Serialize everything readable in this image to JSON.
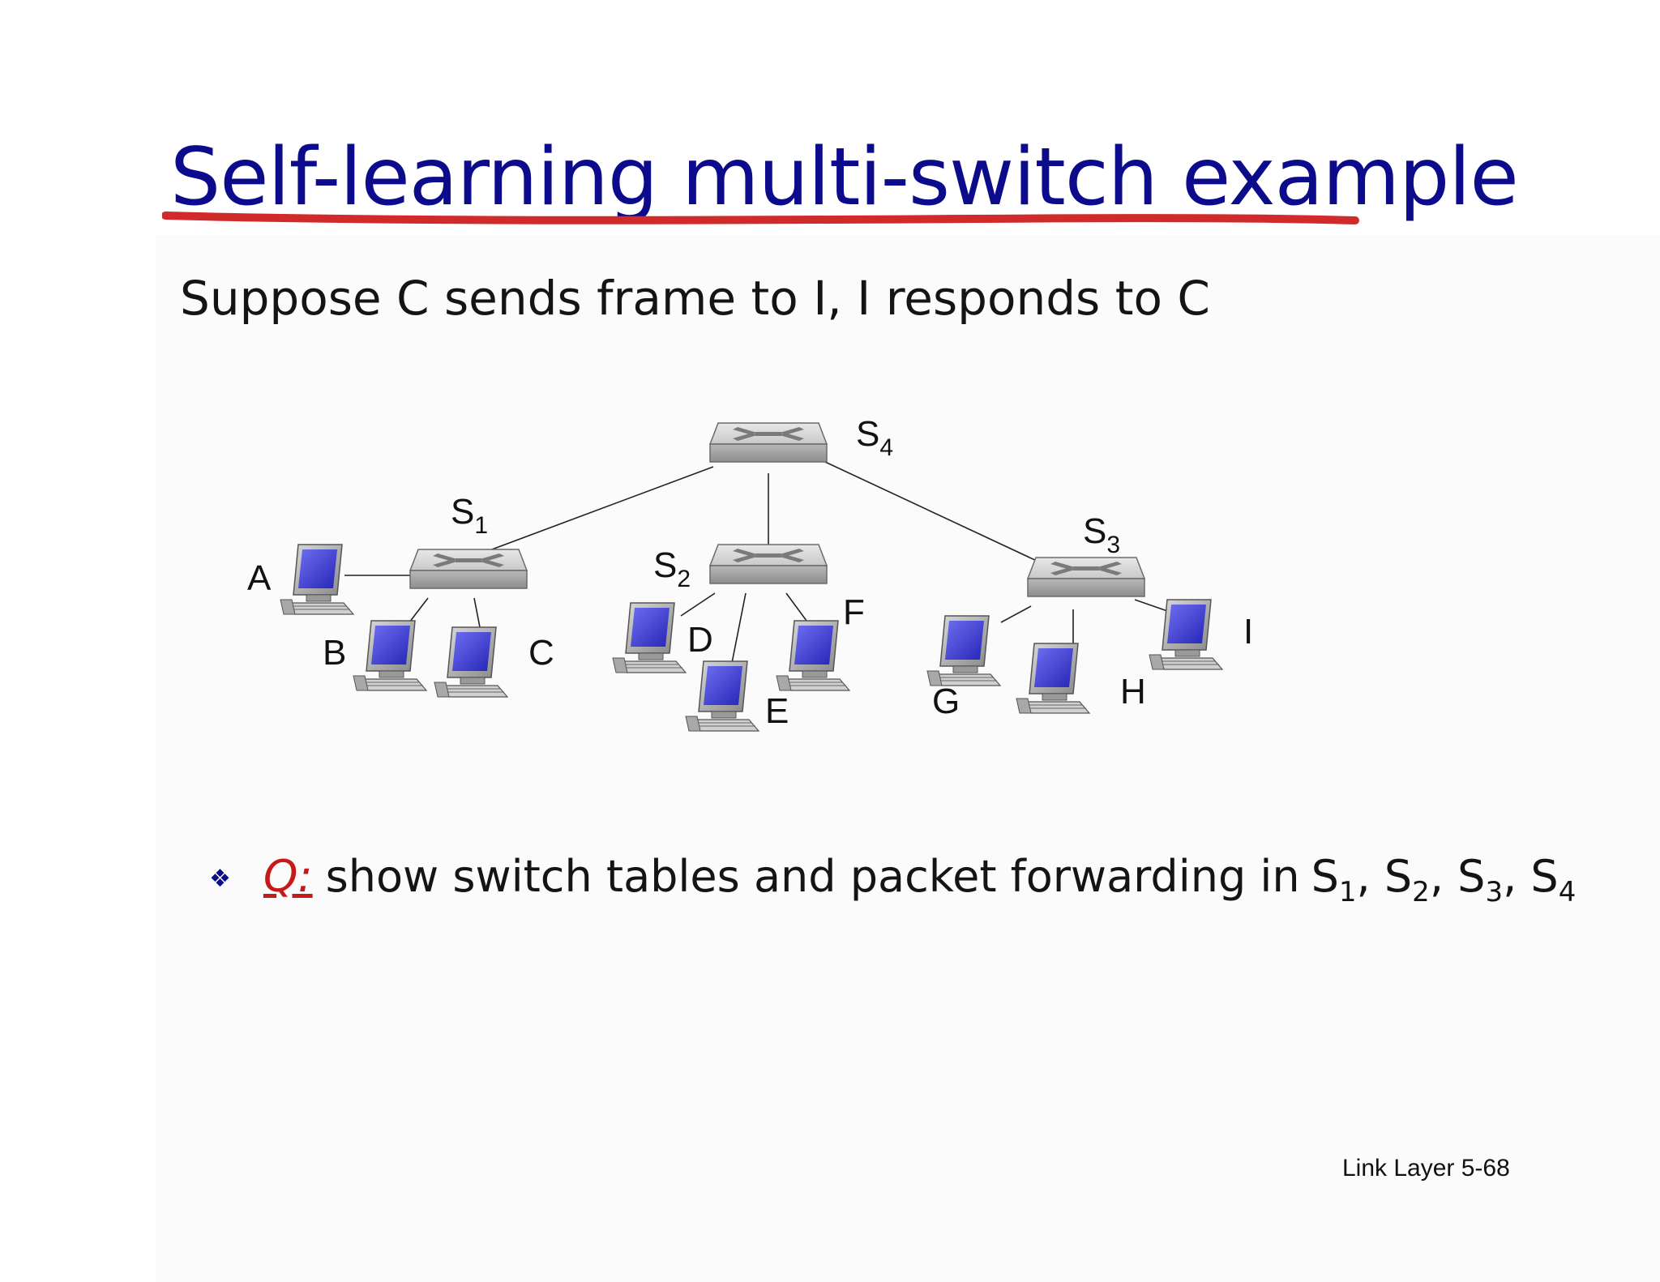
{
  "slide": {
    "title": "Self-learning multi-switch example",
    "subtitle": "Suppose C sends frame to I, I responds to C",
    "question_prefix": "Q:",
    "question_text": "show switch tables and packet forwarding in",
    "question_switches": [
      {
        "letter": "S",
        "sub": "1",
        "after": ", "
      },
      {
        "letter": "S",
        "sub": "2",
        "after": ", "
      },
      {
        "letter": "S",
        "sub": "3",
        "after": ", "
      },
      {
        "letter": "S",
        "sub": "4",
        "after": ""
      }
    ],
    "footer": "Link Layer  5-68"
  },
  "diagram": {
    "switches": [
      {
        "id": "S4",
        "letter": "S",
        "sub": "4"
      },
      {
        "id": "S1",
        "letter": "S",
        "sub": "1"
      },
      {
        "id": "S2",
        "letter": "S",
        "sub": "2"
      },
      {
        "id": "S3",
        "letter": "S",
        "sub": "3"
      }
    ],
    "hosts": [
      "A",
      "B",
      "C",
      "D",
      "E",
      "F",
      "G",
      "H",
      "I"
    ],
    "links": [
      [
        "S4",
        "S1"
      ],
      [
        "S4",
        "S2"
      ],
      [
        "S4",
        "S3"
      ],
      [
        "S1",
        "A"
      ],
      [
        "S1",
        "B"
      ],
      [
        "S1",
        "C"
      ],
      [
        "S2",
        "D"
      ],
      [
        "S2",
        "E"
      ],
      [
        "S2",
        "F"
      ],
      [
        "S3",
        "G"
      ],
      [
        "S3",
        "H"
      ],
      [
        "S3",
        "I"
      ]
    ]
  },
  "colors": {
    "title": "#0b0b8c",
    "underline": "#d02a2a",
    "question": "#c61a1a",
    "screen": "#3a3ad0"
  }
}
